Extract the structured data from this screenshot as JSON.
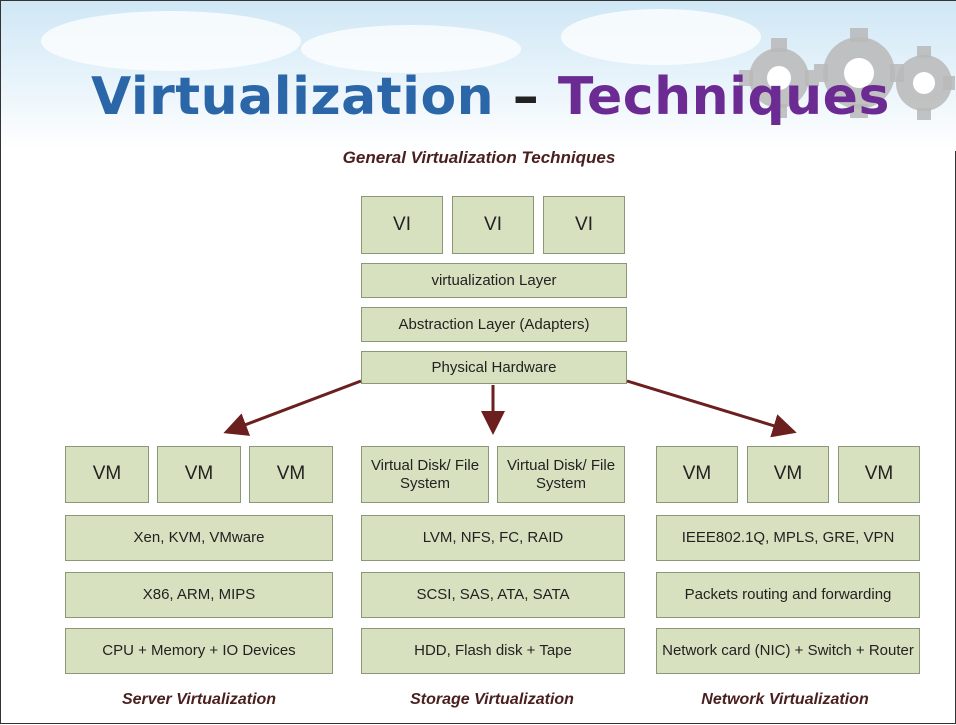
{
  "title": {
    "part1": "Virtualization",
    "dash": " – ",
    "part2": "Techniques"
  },
  "subtitle": "General Virtualization Techniques",
  "top_stack": {
    "vi_boxes": [
      "VI",
      "VI",
      "VI"
    ],
    "layers": [
      "virtualization Layer",
      "Abstraction Layer (Adapters)",
      "Physical Hardware"
    ]
  },
  "columns": {
    "server": {
      "top_boxes": [
        "VM",
        "VM",
        "VM"
      ],
      "layers": [
        "Xen, KVM, VMware",
        "X86, ARM, MIPS",
        "CPU + Memory + IO Devices"
      ],
      "caption": "Server Virtualization"
    },
    "storage": {
      "top_boxes": [
        "Virtual Disk/ File System",
        "Virtual Disk/ File System"
      ],
      "layers": [
        "LVM, NFS, FC, RAID",
        "SCSI, SAS, ATA, SATA",
        "HDD, Flash disk + Tape"
      ],
      "caption": "Storage Virtualization"
    },
    "network": {
      "top_boxes": [
        "VM",
        "VM",
        "VM"
      ],
      "layers": [
        "IEEE802.1Q, MPLS, GRE, VPN",
        "Packets routing and forwarding",
        "Network card (NIC) + Switch + Router"
      ],
      "caption": "Network Virtualization"
    }
  },
  "colors": {
    "box_fill": "#d7e1bf",
    "box_border": "#8a9878",
    "arrow": "#6b1f1f",
    "title_blue": "#2a66a8",
    "title_purple": "#6c2b92"
  }
}
